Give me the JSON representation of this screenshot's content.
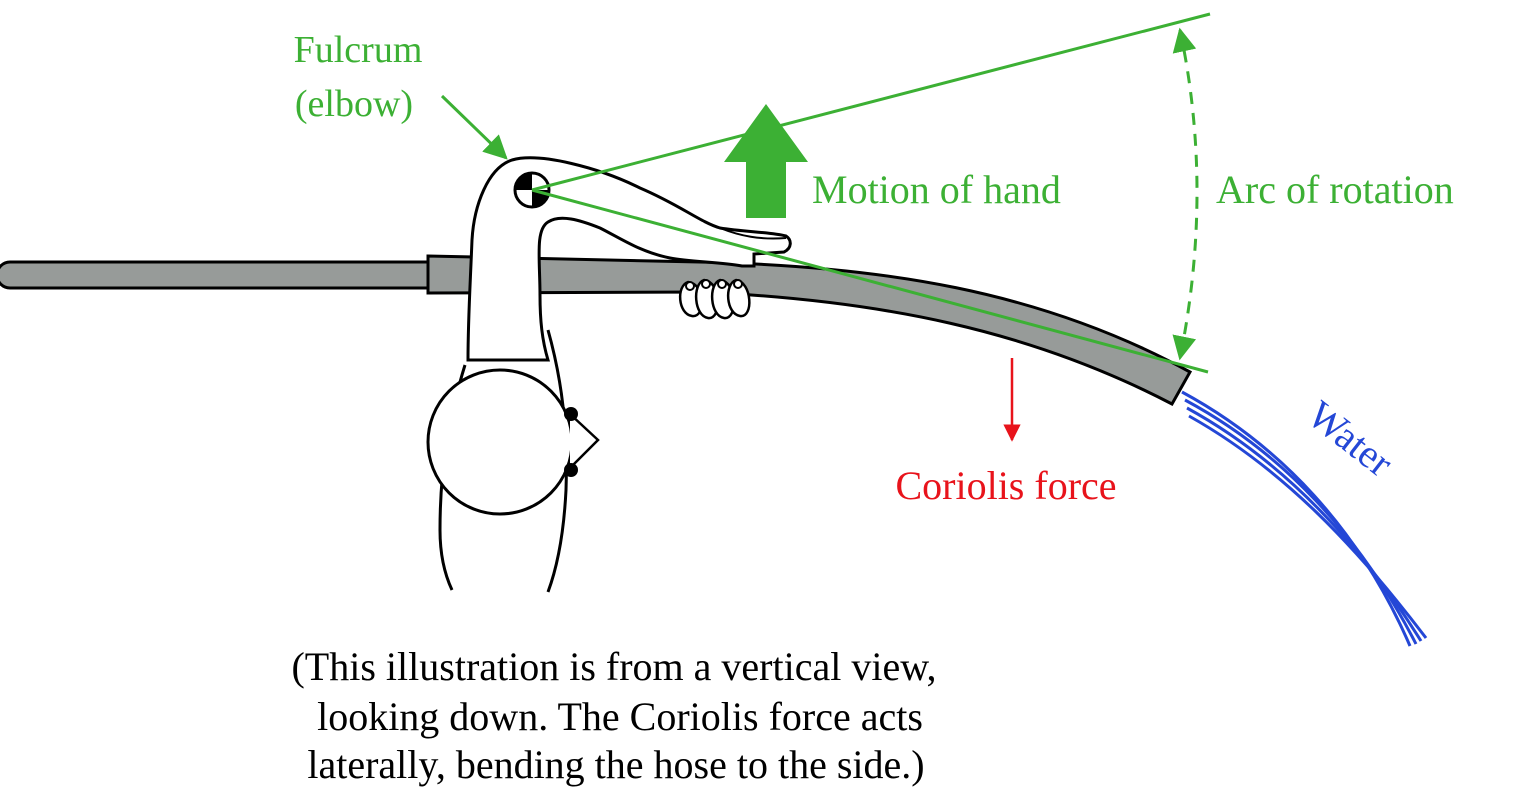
{
  "labels": {
    "fulcrum_line1": "Fulcrum",
    "fulcrum_line2": "(elbow)",
    "motion_of_hand": "Motion of hand",
    "arc_of_rotation": "Arc of rotation",
    "coriolis_force": "Coriolis force",
    "water": "Water"
  },
  "caption": {
    "line1": "(This illustration is from a vertical view,",
    "line2": "looking down.  The Coriolis force acts",
    "line3": "laterally, bending the hose to the side.)"
  },
  "colors": {
    "green": "#3cb034",
    "red": "#e8131b",
    "blue": "#2447d6",
    "hose_fill": "#979b99",
    "outline": "#000000",
    "background": "#ffffff"
  }
}
